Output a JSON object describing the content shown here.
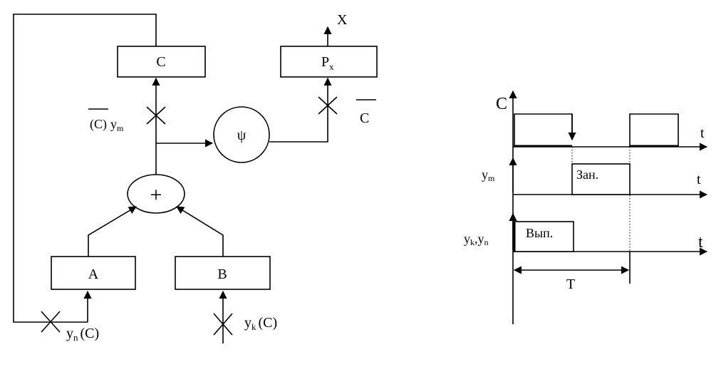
{
  "block_diagram": {
    "blocks": {
      "c": "C",
      "px_main": "P",
      "px_sub": "x",
      "a": "A",
      "b": "B"
    },
    "operators": {
      "psi": "ψ",
      "sum": "+"
    },
    "labels": {
      "output": "X",
      "c_ym_prefix": "(C)",
      "c_ym_main": "y",
      "c_ym_sub": "m",
      "c_bar": "C",
      "yn_main": "y",
      "yn_sub": "n",
      "yn_suffix": "(C)",
      "yk_main": "y",
      "yk_sub": "k",
      "yk_suffix": "(C)"
    }
  },
  "timing_diagram": {
    "axis_c": "C",
    "axis_ym_main": "y",
    "axis_ym_sub": "m",
    "axis_yk_main": "y",
    "axis_yk_sub": "k",
    "axis_yk_sep": ",y",
    "axis_yk_sub2": "n",
    "t_label": "t",
    "ym_pulse": "Зан.",
    "yk_pulse": "Вып.",
    "period": "T"
  }
}
